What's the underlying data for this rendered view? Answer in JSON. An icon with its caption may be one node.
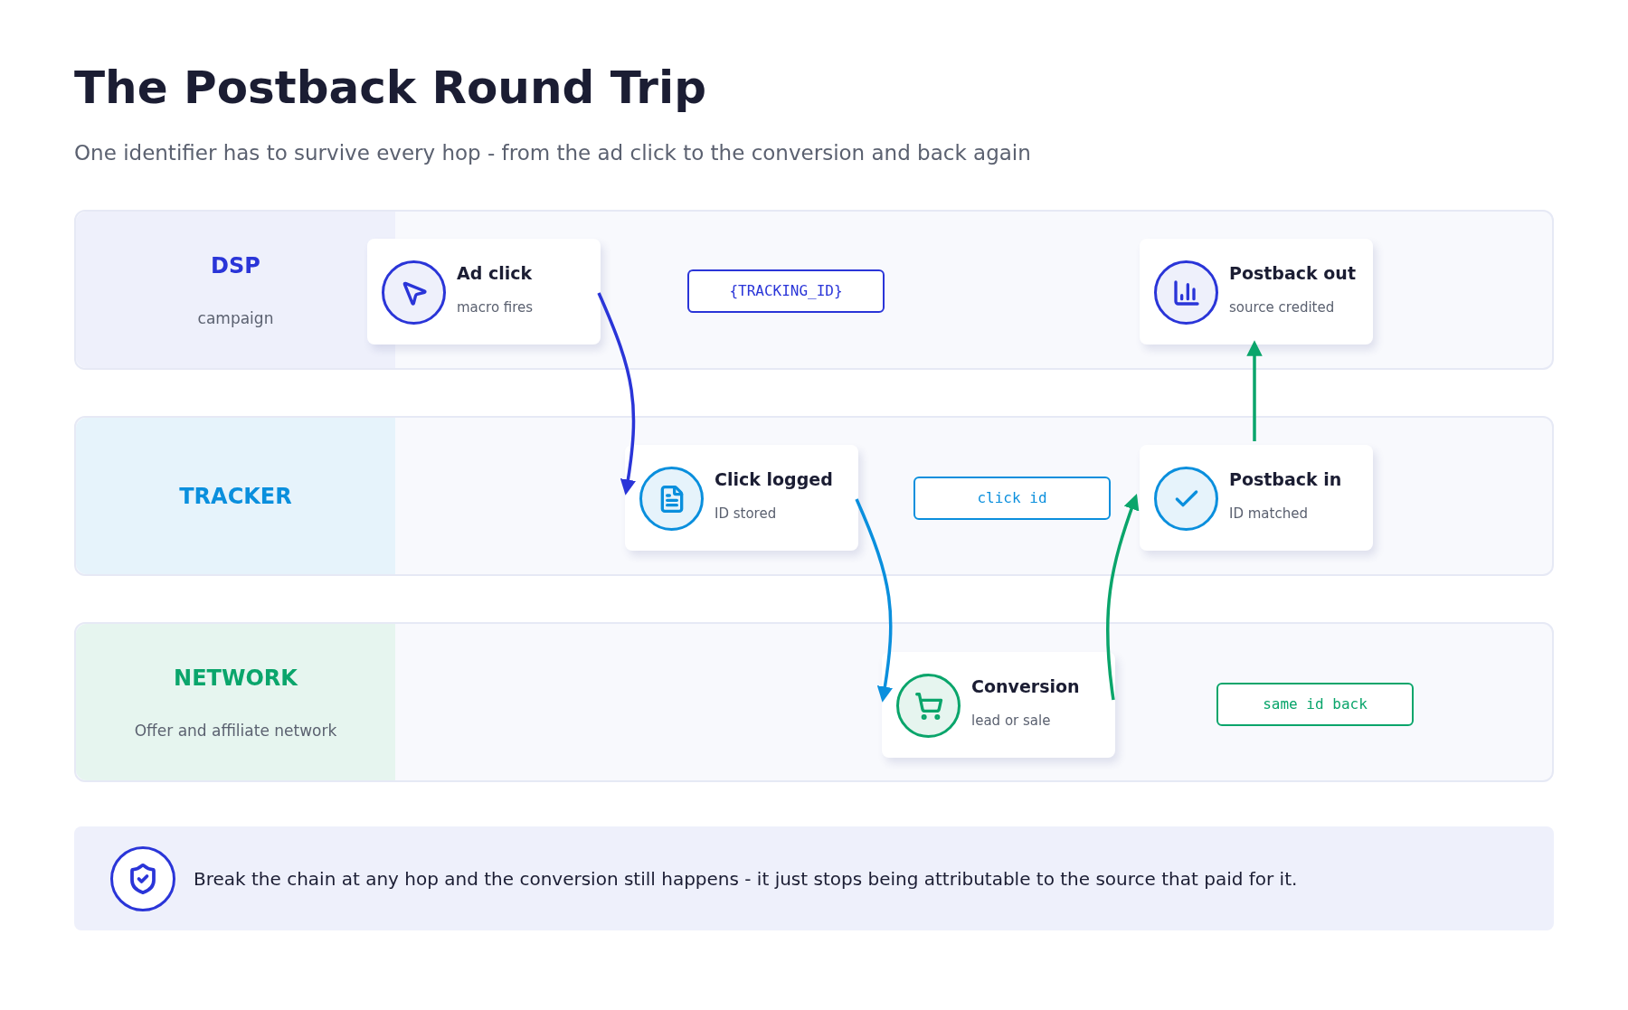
{
  "diagram": {
    "title": "The Postback Round Trip",
    "caption": "One identifier has to survive every hop - from the ad click to the conversion and back again",
    "nodes": [
      {
        "text": [
          "DSP",
          "campaign"
        ]
      },
      {
        "text": [
          "Ad click",
          "macro fires"
        ],
        "in": 0
      },
      {
        "text": [
          "{TRACKING_ID}"
        ],
        "in": 0
      },
      {
        "text": [
          "Postback out",
          "source credited"
        ],
        "in": 0
      },
      {
        "text": [
          "TRACKER"
        ]
      },
      {
        "text": [
          "Click logged",
          "ID stored"
        ],
        "in": 4
      },
      {
        "text": [
          "click id"
        ],
        "in": 4
      },
      {
        "text": [
          "Postback in",
          "ID matched"
        ],
        "in": 4
      },
      {
        "text": [
          "NETWORK",
          "Offer and affiliate network"
        ]
      },
      {
        "text": [
          "Conversion",
          "lead or sale"
        ],
        "in": 8
      },
      {
        "text": [
          "same id back"
        ],
        "in": 8
      },
      {
        "text": [
          "Break the chain at any hop and the conversion still happens - it just stops being attributable to the source that paid for it."
        ]
      }
    ],
    "edges": [
      {
        "from": 1,
        "to": 5,
        "arrow": "to",
        "color": "#2a35d8"
      },
      {
        "from": 5,
        "to": 9,
        "arrow": "to",
        "color": "#0a8fdd"
      },
      {
        "from": 9,
        "to": 7,
        "arrow": "to",
        "color": "#0aa56b"
      },
      {
        "from": 7,
        "to": 3,
        "arrow": "to",
        "color": "#0aa56b"
      }
    ]
  }
}
